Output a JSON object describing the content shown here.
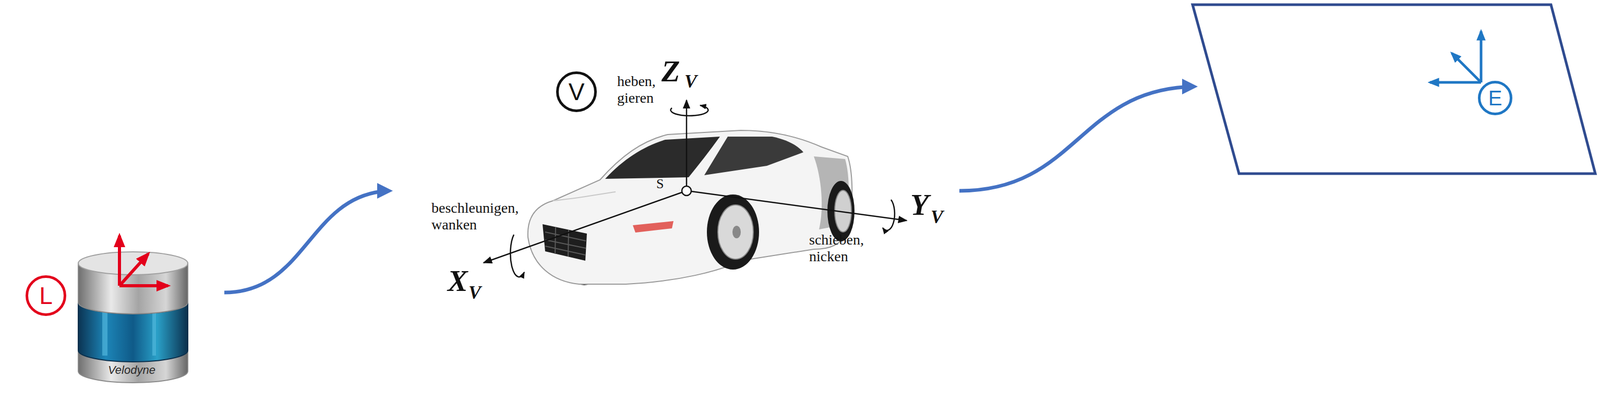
{
  "diagram": {
    "nodes": [
      {
        "text": [
          "L"
        ]
      },
      {
        "text": [
          "V"
        ]
      },
      {
        "text": [
          "E"
        ]
      }
    ],
    "edges": [
      {
        "from": 0,
        "to": 1,
        "arrow": "to"
      },
      {
        "from": 1,
        "to": 2,
        "arrow": "to"
      }
    ],
    "labels": [
      "heben, gieren",
      "Z",
      "V",
      "S",
      "beschleunigen, wanken",
      "Y",
      "V",
      "schieben, nicken",
      "X",
      "V",
      "Velodyne"
    ]
  }
}
